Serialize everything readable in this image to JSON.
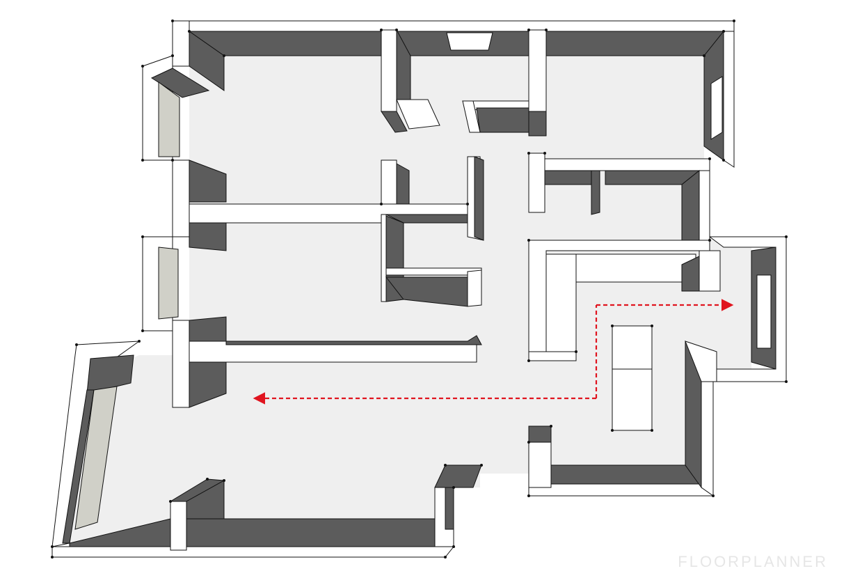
{
  "diagram": {
    "type": "floor-plan",
    "view": "3d-isometric",
    "colors": {
      "background": "#ffffff",
      "floor": "#efefef",
      "wall_top": "#ffffff",
      "wall_side": "#5c5c5c",
      "window_glass": "#d0d0c8",
      "outline": "#111111",
      "route": "#e0141f"
    },
    "route_arrows": [
      "left-arrow",
      "right-arrow"
    ]
  },
  "watermark": "FLOORPLANNER"
}
